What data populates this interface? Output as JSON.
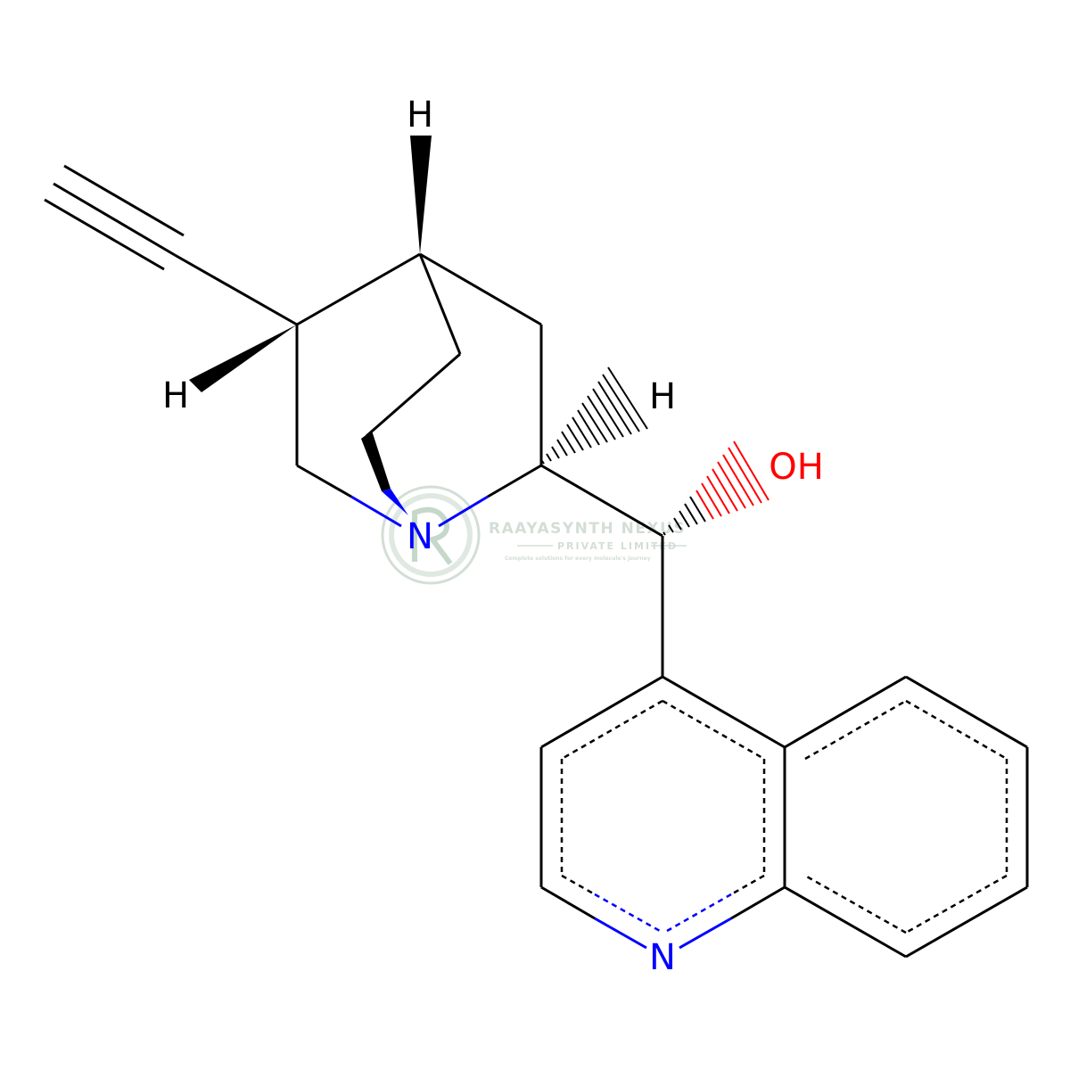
{
  "atom_labels": {
    "h_top": "H",
    "h_left": "H",
    "h_right": "H",
    "oh": "OH",
    "n_bridge": "N",
    "n_quinoline": "N"
  },
  "watermark": {
    "name": "RAAYASYNTH NEXUS",
    "subtitle": "PRIVATE LIMITED",
    "tagline": "Complete solutions for every molecule's journey"
  },
  "colors": {
    "bond": "#000000",
    "nitrogen": "#0000ff",
    "oxygen": "#ff0000",
    "watermark": "#9fb8a4"
  }
}
